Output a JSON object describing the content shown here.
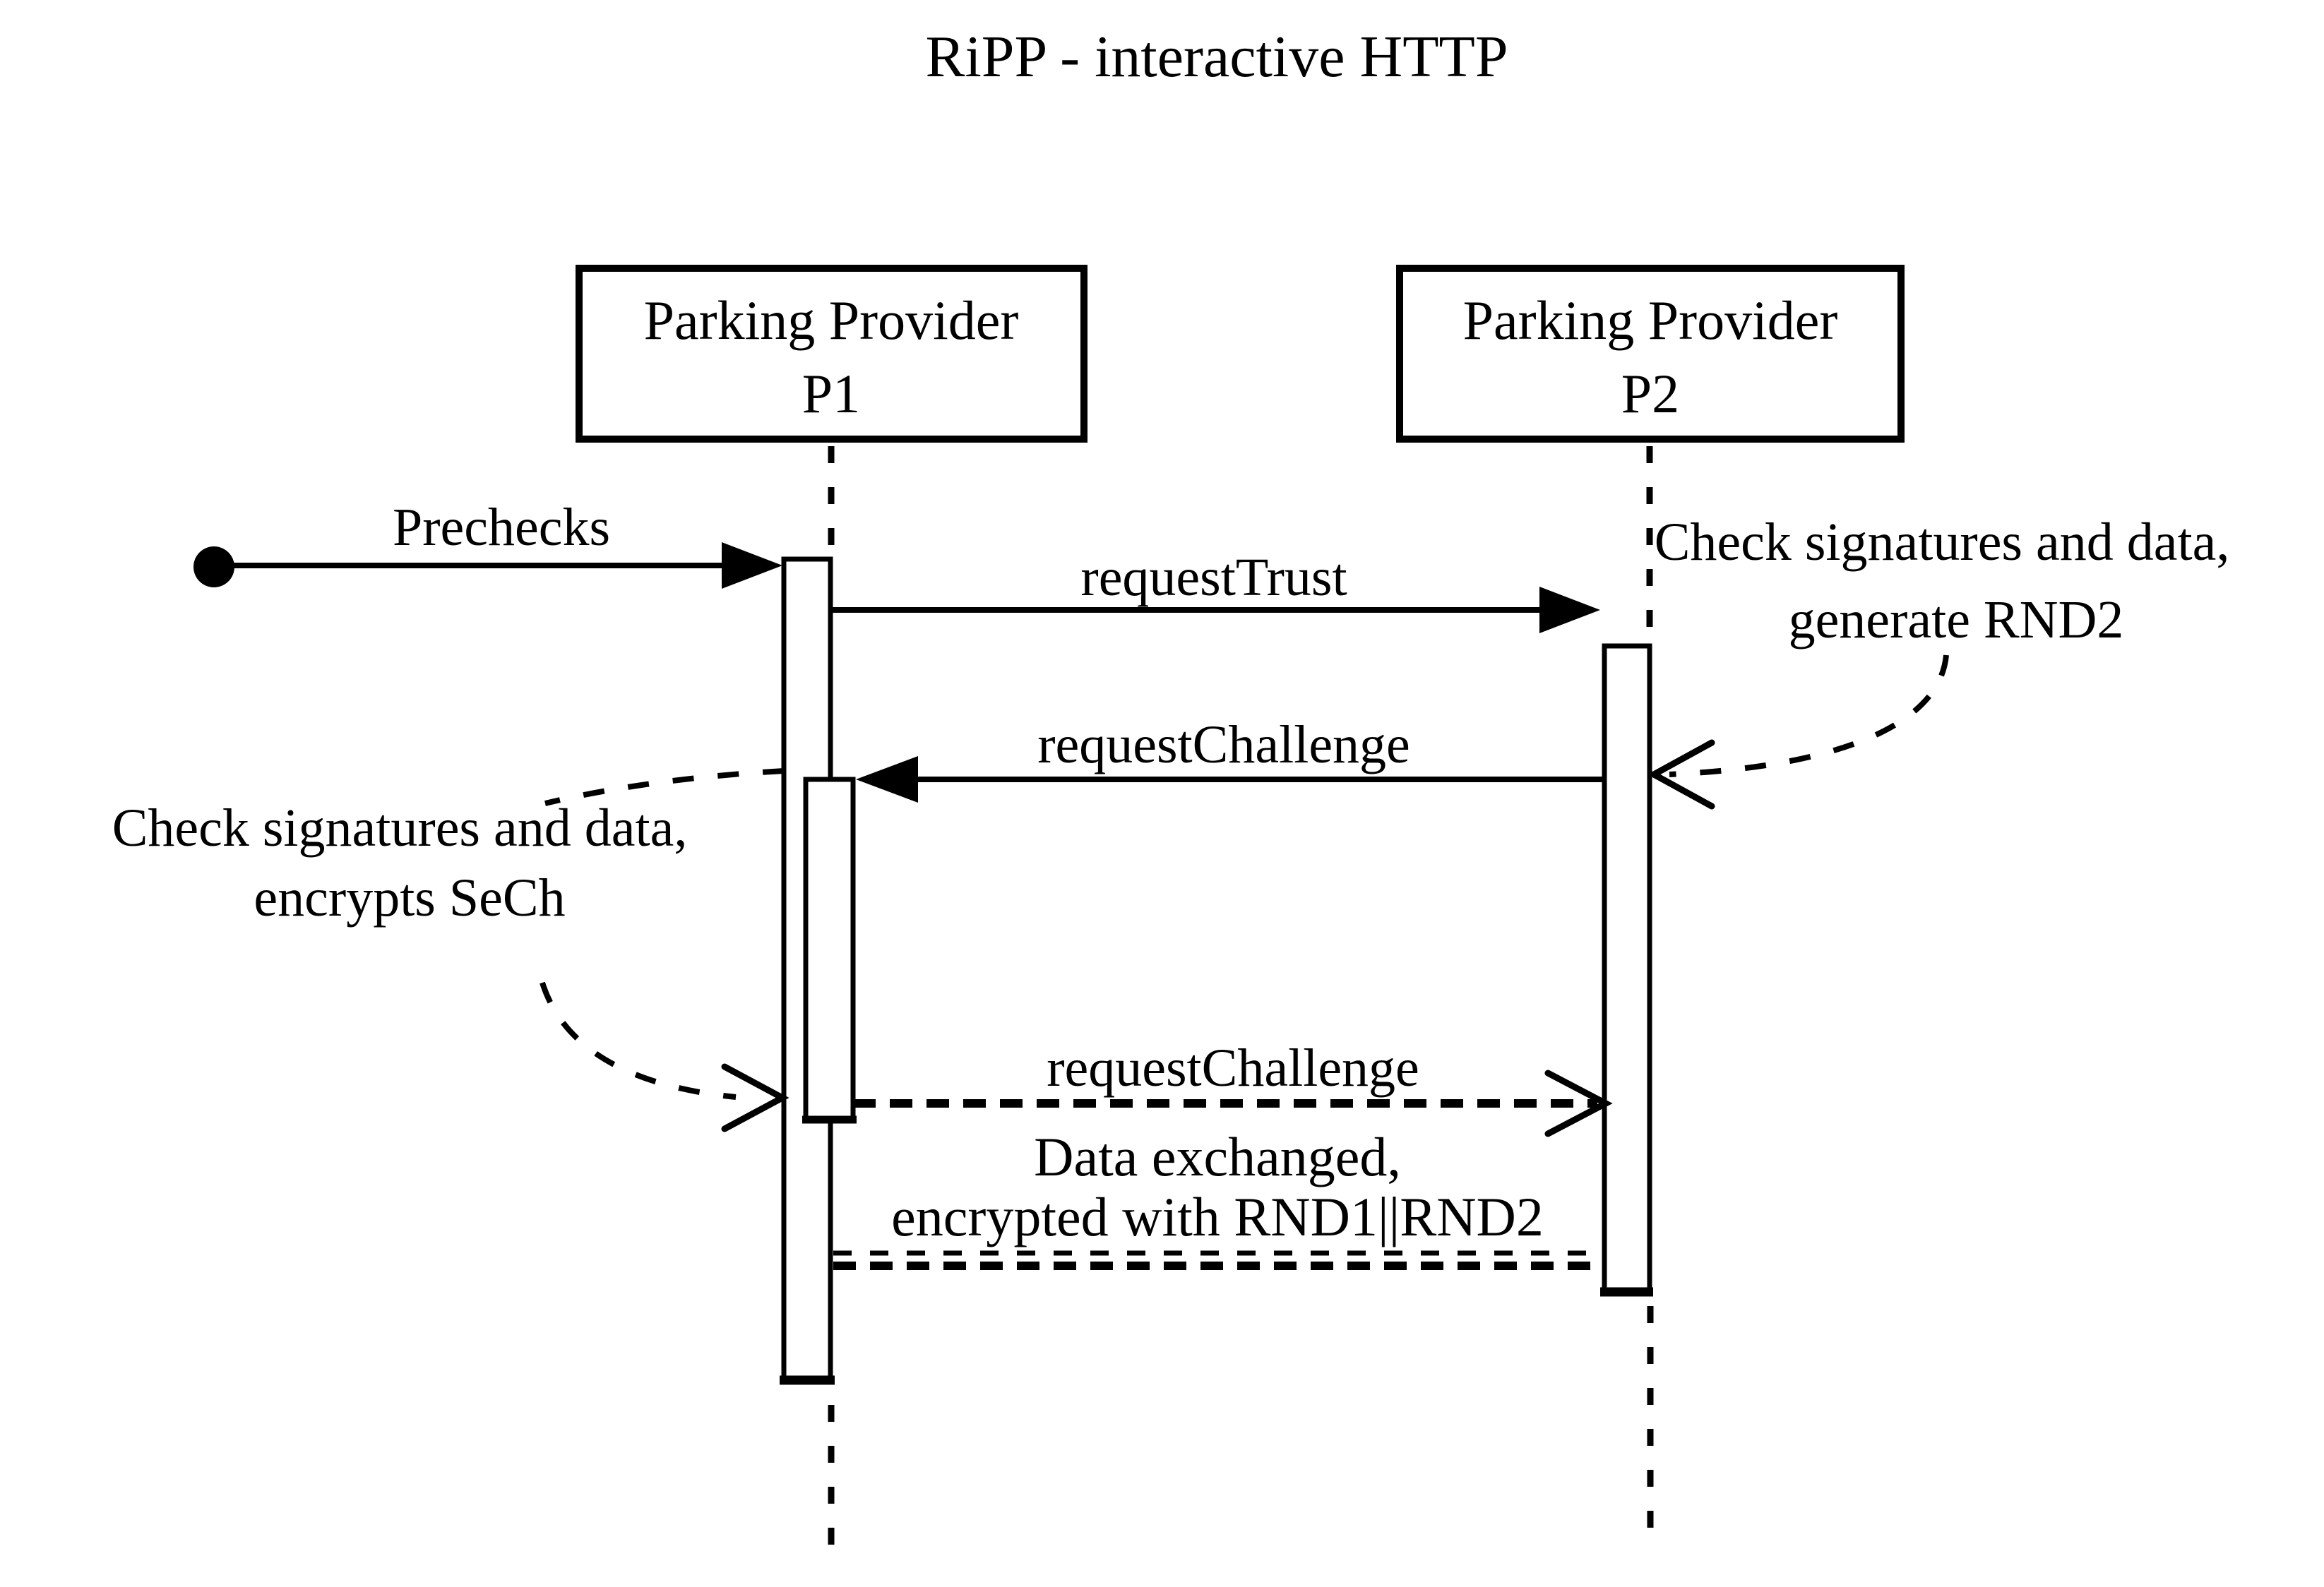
{
  "diagram": {
    "title": "RiPP - interactive HTTP"
  },
  "colors": {
    "ink": "#000000",
    "background": "#ffffff"
  },
  "participants": {
    "p1": {
      "line1": "Parking Provider",
      "line2": "P1"
    },
    "p2": {
      "line1": "Parking Provider",
      "line2": "P2"
    }
  },
  "messages": {
    "prechecks": {
      "label": "Prechecks",
      "style": "solid-filled-arrow"
    },
    "request_trust": {
      "label": "requestTrust",
      "style": "solid-filled-arrow"
    },
    "request_challenge": {
      "label": "requestChallenge",
      "style": "solid-filled-arrow"
    },
    "request_challenge_encrypted": {
      "label": "requestChallenge",
      "style": "dashed-open-arrow"
    },
    "data_exchange": {
      "line1": "Data exchanged,",
      "line2": "encrypted with RND1||RND2",
      "style": "double-dashed"
    }
  },
  "notes": {
    "p2_note": {
      "line1": "Check signatures and data,",
      "line2": "generate RND2"
    },
    "p1_note": {
      "line1": "Check signatures and data,",
      "line2": "encrypts SeCh"
    }
  }
}
